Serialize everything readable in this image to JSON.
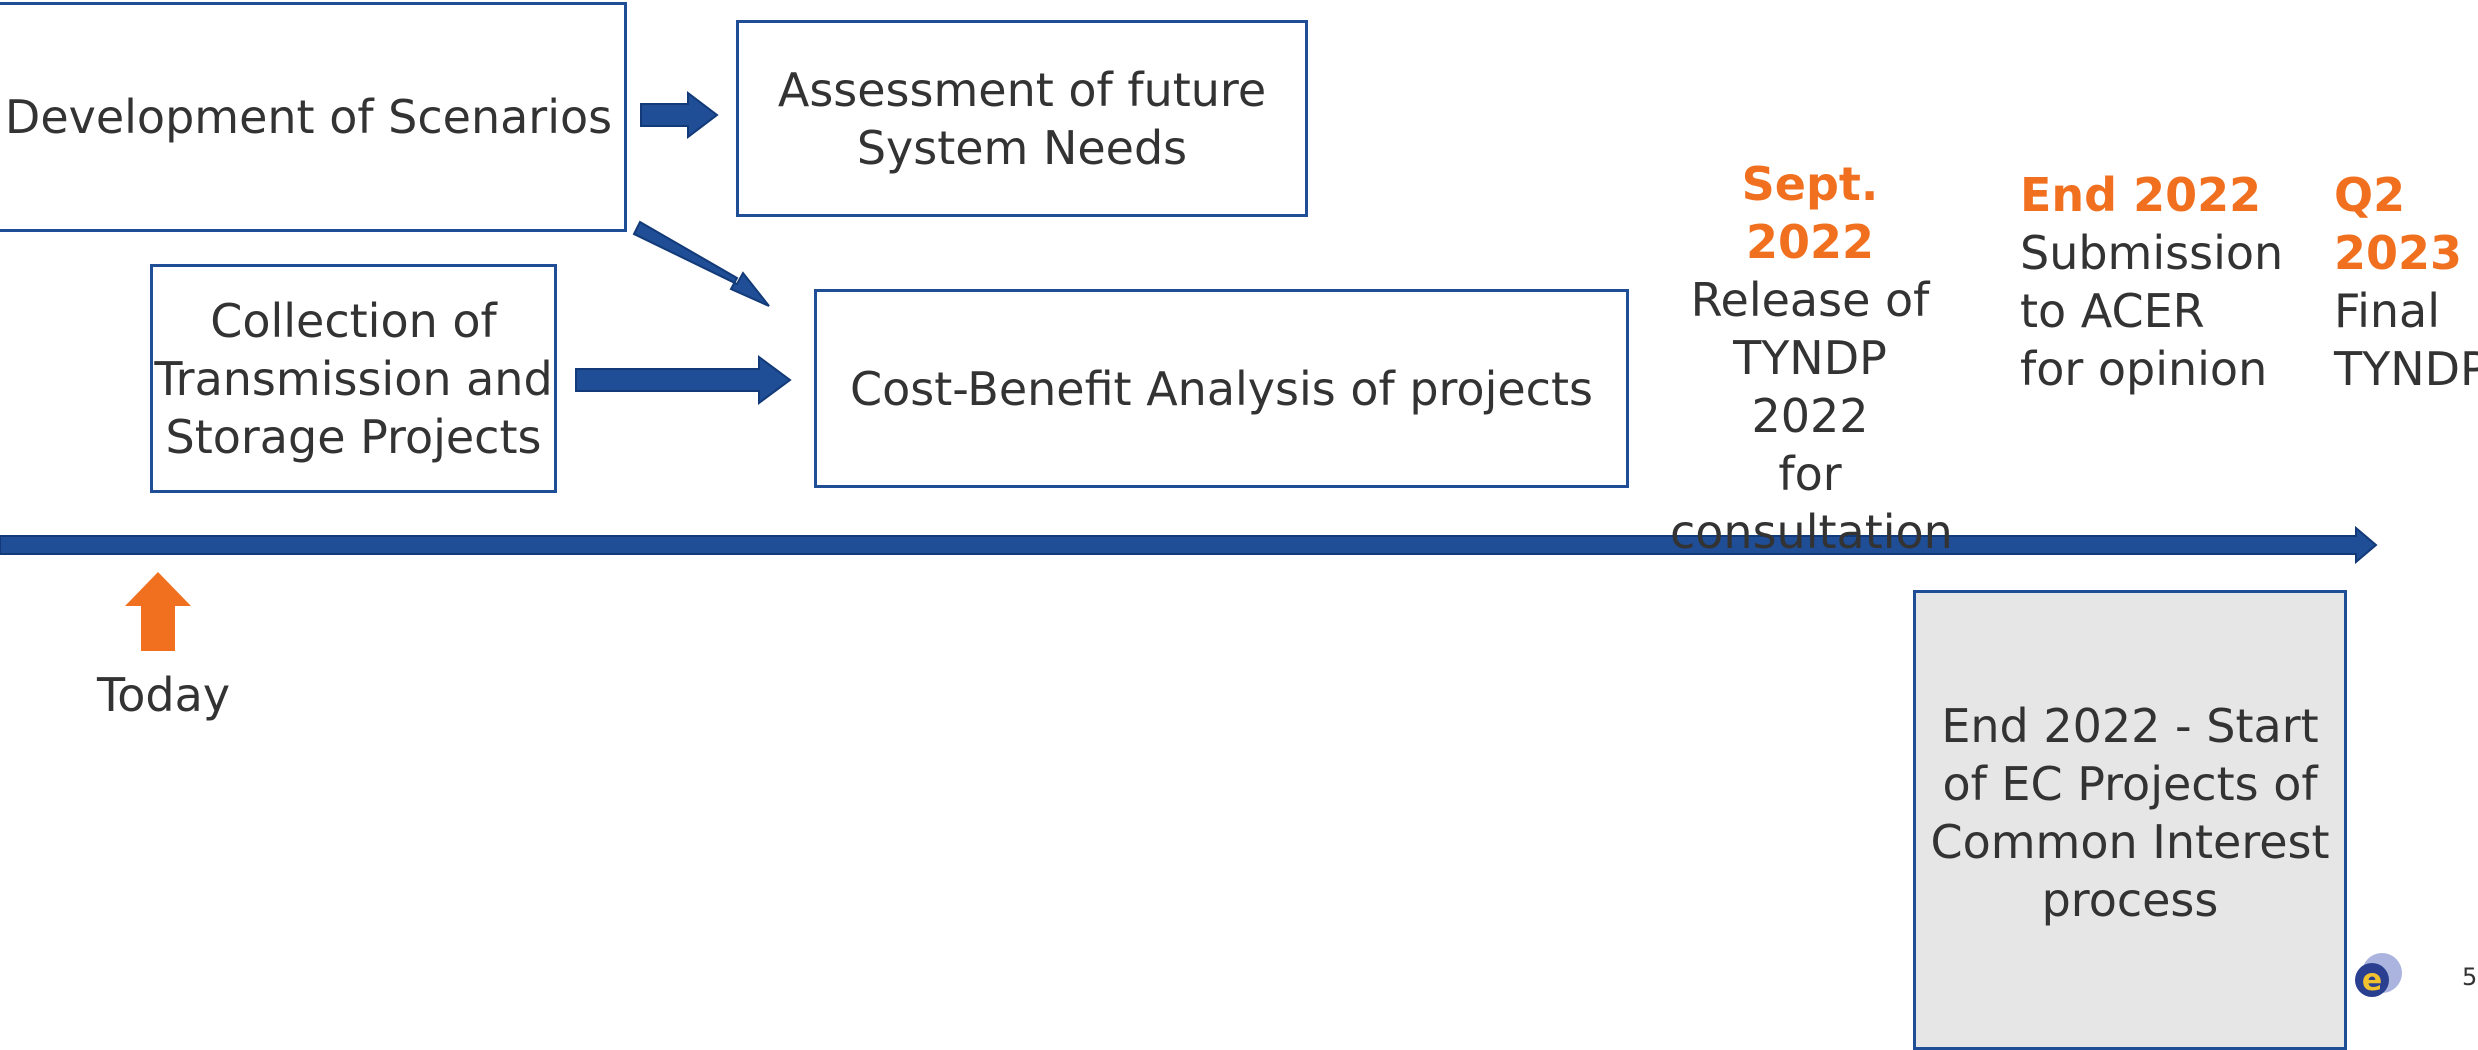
{
  "boxes": {
    "scenarios": "Development of Scenarios",
    "needs": "Assessment of future\nSystem Needs",
    "collection": "Collection of\nTransmission and\nStorage Projects",
    "cba": "Cost-Benefit Analysis of projects",
    "pci": "End 2022 -  Start\nof EC Projects of\nCommon Interest\nprocess"
  },
  "milestones": [
    {
      "date": "Sept. 2022",
      "text": "Release of\nTYNDP 2022\nfor\nconsultation"
    },
    {
      "date": "End 2022",
      "text": "Submission\nto ACER\nfor opinion"
    },
    {
      "date": "Q2\n2023",
      "text": "Final\nTYNDP"
    }
  ],
  "today_label": "Today",
  "page_number": "5",
  "logo_letter": "e",
  "colors": {
    "arrow_blue": "#1f4e96",
    "accent_orange": "#f07020",
    "text": "#333333",
    "pci_box_fill": "#e6e6e6"
  },
  "icons": [
    "arrow-right-icon",
    "arrow-up-icon",
    "timeline-arrow-icon",
    "entsoe-logo-icon"
  ]
}
